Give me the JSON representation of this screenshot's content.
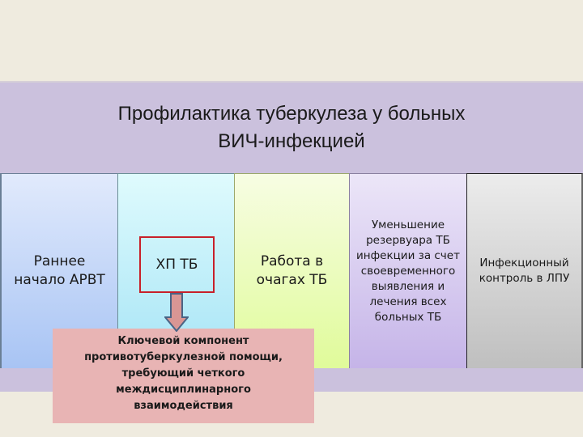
{
  "slide": {
    "title_line1": "Профилактика туберкулеза у больных",
    "title_line2": "ВИЧ-инфекцией",
    "columns": [
      {
        "lines": [
          "Раннее",
          "начало АРВТ"
        ]
      },
      {
        "lines": [
          "ХП ТБ"
        ]
      },
      {
        "lines": [
          "Работа в",
          "очагах ТБ"
        ]
      },
      {
        "lines": [
          "Уменьшение",
          "резервуара ТБ",
          "инфекции за счет",
          "своевременного",
          "выявления и",
          "лечения всех",
          "больных ТБ"
        ]
      },
      {
        "lines": [
          "Инфекционный",
          "контроль в ЛПУ"
        ]
      }
    ],
    "callout": {
      "lines": [
        "Ключевой компонент",
        "противотуберкулезной помощи,",
        "требующий четкого",
        "междисциплинарного",
        "взаимодействия"
      ]
    },
    "colors": {
      "background": "#efebdf",
      "band": "#cbc1dd",
      "highlight_border": "#c8202a",
      "callout": "#e8b4b4",
      "arrow_fill": "#d99694",
      "arrow_stroke": "#4a6485"
    }
  }
}
